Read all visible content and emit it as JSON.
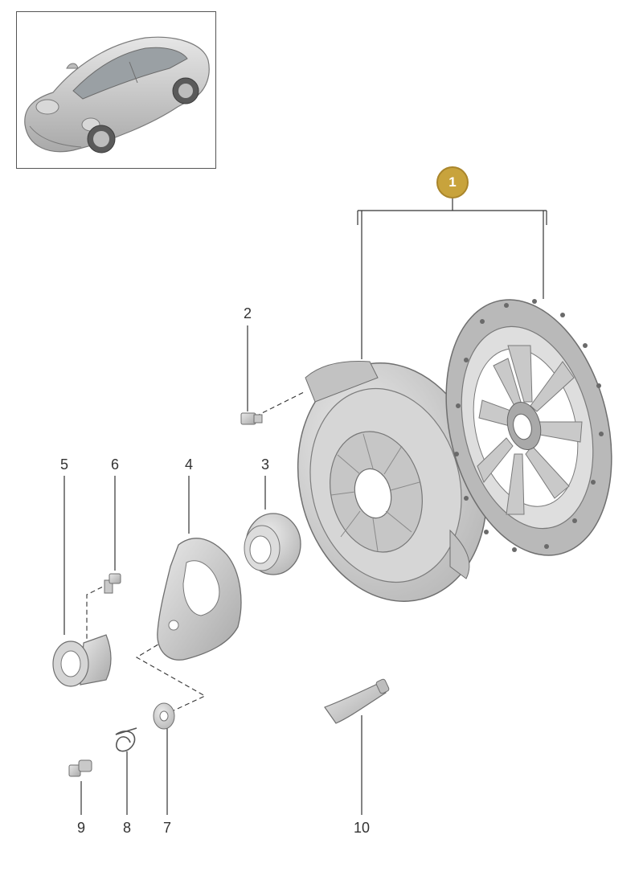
{
  "highlight_color": "#c8a33c",
  "line_color": "#333333",
  "part_fill": "#cfcfcf",
  "part_stroke": "#6f6f6f",
  "thumbnail": {
    "icon": "car-icon"
  },
  "badge": {
    "label": "1"
  },
  "callouts": [
    {
      "id": "2",
      "label": "2"
    },
    {
      "id": "3",
      "label": "3"
    },
    {
      "id": "4",
      "label": "4"
    },
    {
      "id": "5",
      "label": "5"
    },
    {
      "id": "6",
      "label": "6"
    },
    {
      "id": "7",
      "label": "7"
    },
    {
      "id": "8",
      "label": "8"
    },
    {
      "id": "9",
      "label": "9"
    },
    {
      "id": "10",
      "label": "10"
    }
  ]
}
